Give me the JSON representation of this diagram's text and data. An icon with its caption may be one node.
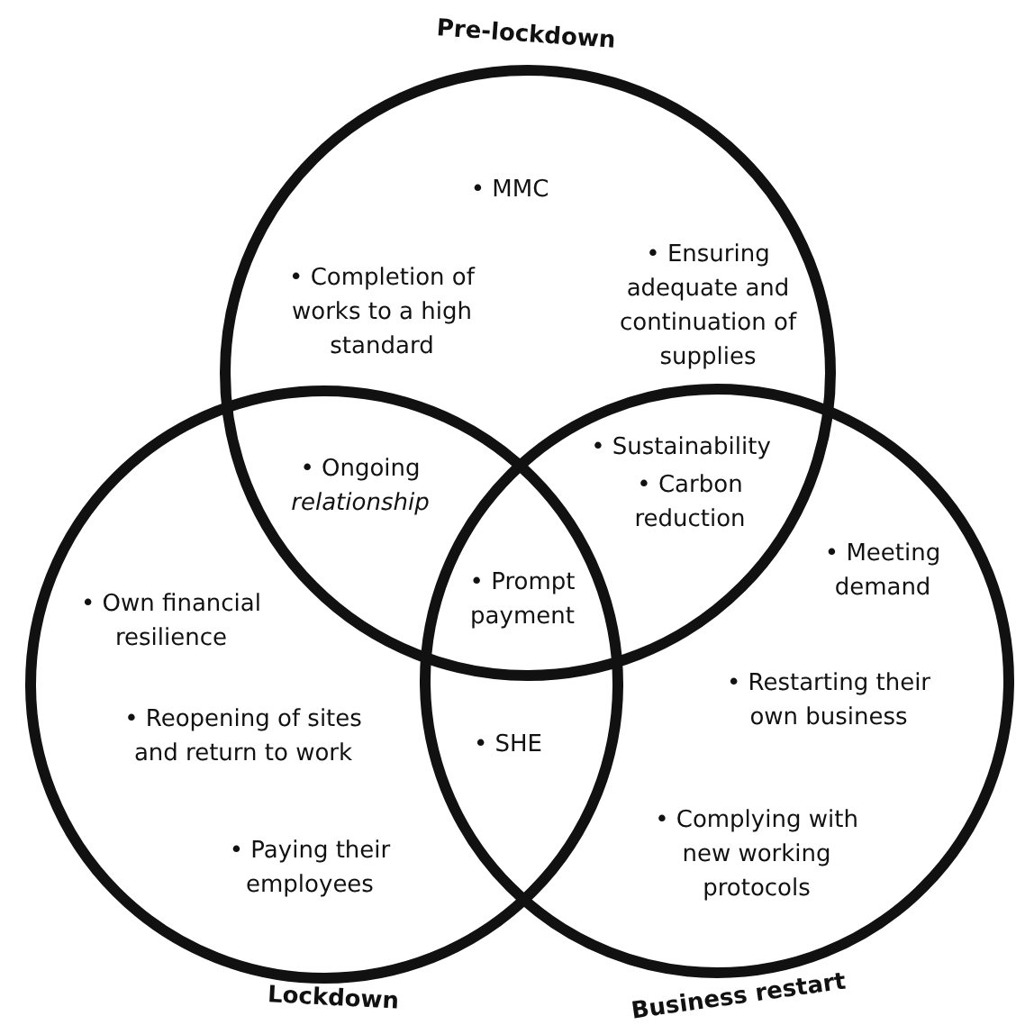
{
  "diagram": {
    "nodes": [
      {
        "text": [
          "Pre-lockdown"
        ]
      },
      {
        "text": [
          "Lockdown"
        ]
      },
      {
        "text": [
          "Business restart"
        ]
      }
    ],
    "edges": [],
    "labels": [
      "• MMC",
      "• Ensuring adequate and continuation of supplies",
      "• Completion of works to a high standard",
      "• Sustainability",
      "• Carbon reduction",
      "• Ongoing *relationship*",
      "• Meeting demand",
      "• Own financial resilience",
      "• Prompt payment",
      "• Restarting their own business",
      "• Reopening of sites and return to work",
      "• SHE",
      "• Complying with new working protocols",
      "• Paying their employees"
    ]
  }
}
